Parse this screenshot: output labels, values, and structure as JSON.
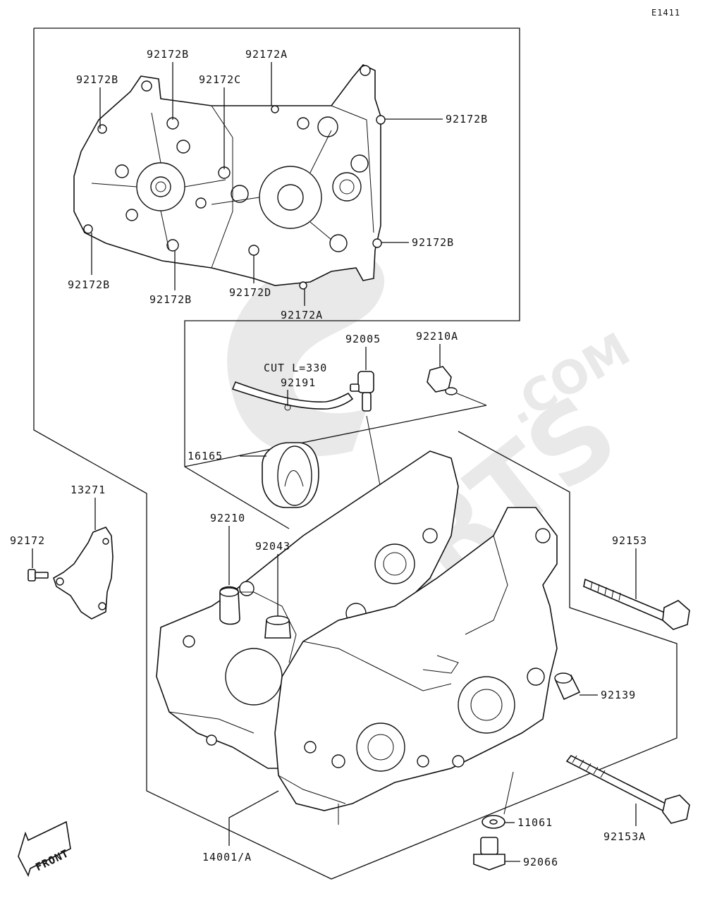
{
  "diagram_code": "E1411",
  "watermark": "PARTS",
  "watermark_suffix": ".COM",
  "front_label": "FRONT",
  "callouts": {
    "gasket_b_top_left": "92172B",
    "gasket_b_top": "92172B",
    "gasket_a_top": "92172A",
    "gasket_c": "92172C",
    "gasket_b_right_top": "92172B",
    "gasket_b_right_bottom": "92172B",
    "gasket_b_bottom_left": "92172B",
    "gasket_b_bottom_mid": "92172B",
    "gasket_d": "92172D",
    "gasket_a_bottom": "92172A",
    "nozzle": "92005",
    "cap_a": "92210A",
    "cut_note": "CUT L=330",
    "hose": "92191",
    "bearing": "16165",
    "bracket": "13271",
    "bracket_bolt": "92172",
    "cap": "92210",
    "dowel": "92043",
    "bolt_top": "92153",
    "dowel_right": "92139",
    "washer": "11061",
    "bolt_bottom": "92153A",
    "crankcase": "14001/A",
    "plug": "92066"
  }
}
